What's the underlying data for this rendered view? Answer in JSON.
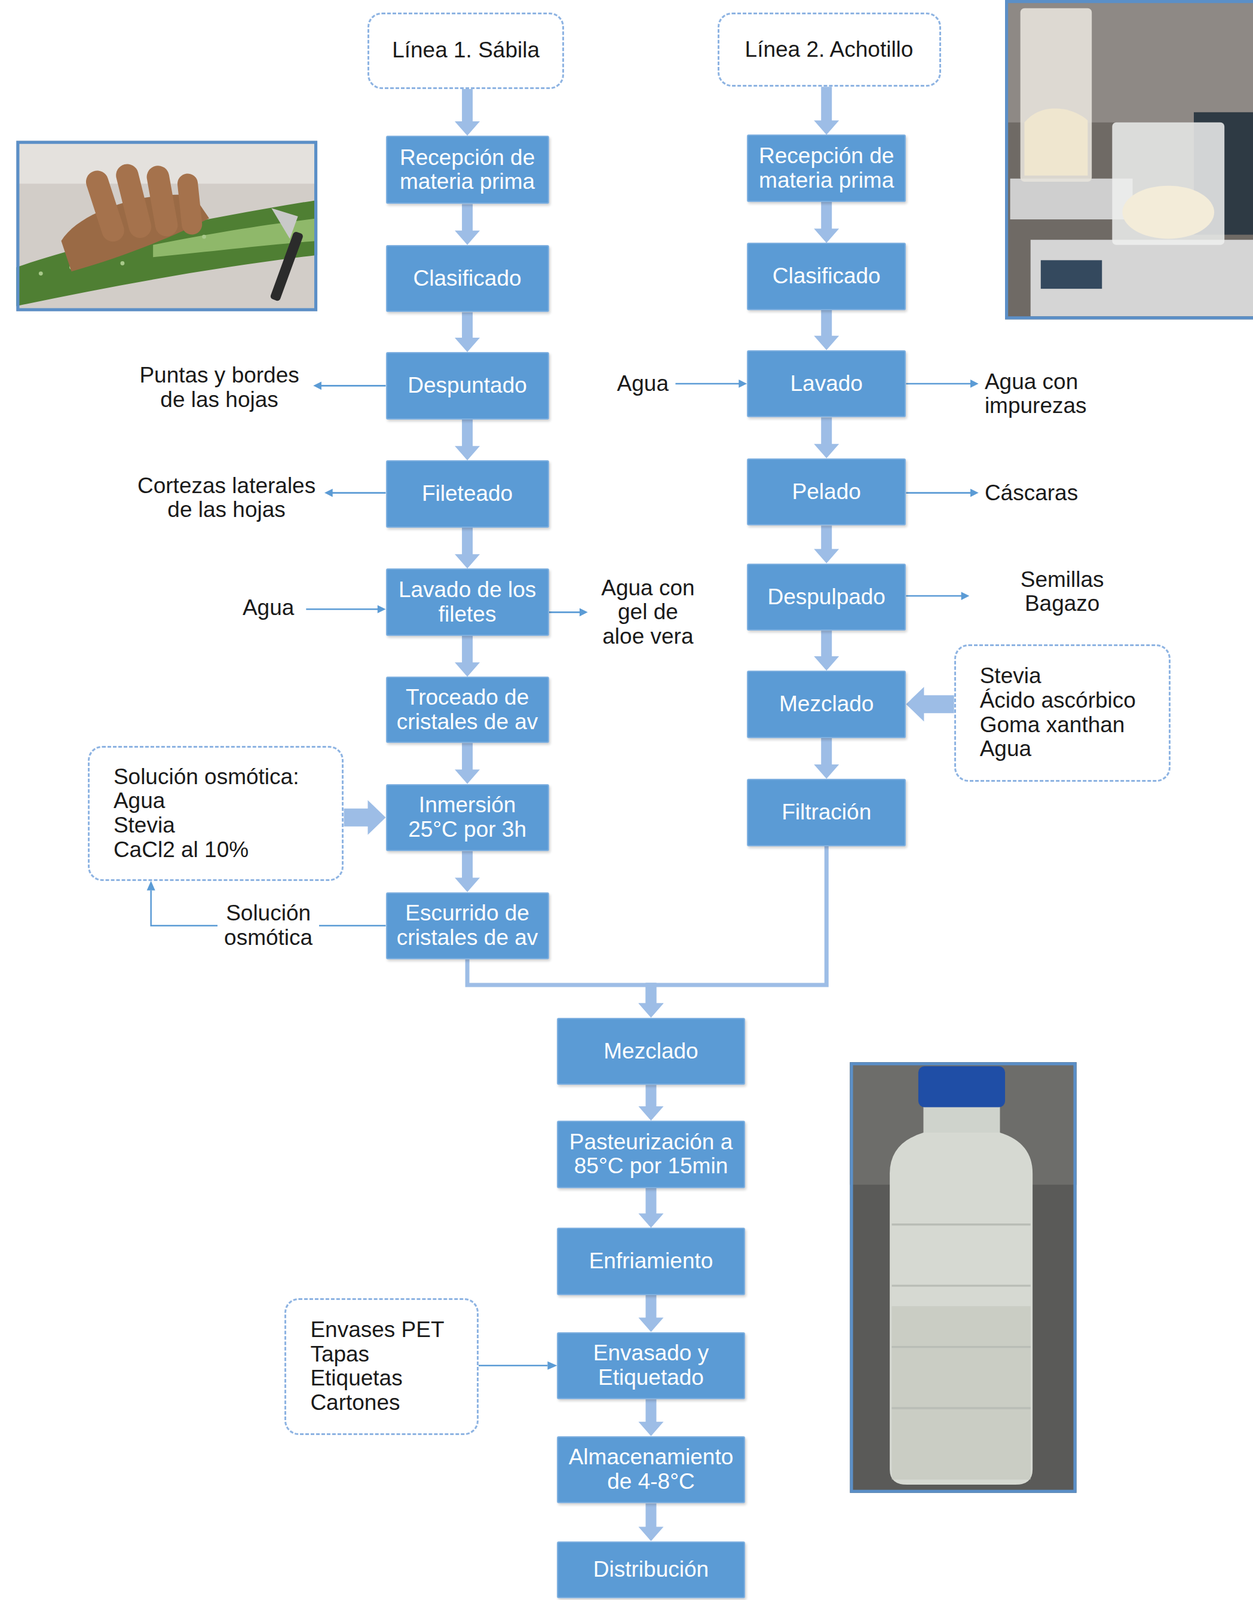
{
  "diagram": {
    "nodes": [
      {
        "text": [
          "Línea 1. Sábila"
        ]
      },
      {
        "text": [
          "Recepción de materia prima"
        ]
      },
      {
        "text": [
          "Clasificado"
        ]
      },
      {
        "text": [
          "Despuntado"
        ]
      },
      {
        "text": [
          "Fileteado"
        ]
      },
      {
        "text": [
          "Lavado de los filetes"
        ]
      },
      {
        "text": [
          "Troceado de cristales de av"
        ]
      },
      {
        "text": [
          "Solución osmótica:",
          "Agua",
          "Stevia",
          "CaCl2 al 10%"
        ]
      },
      {
        "text": [
          "Inmersión 25°C por 3h"
        ]
      },
      {
        "text": [
          "Escurrido de cristales de av"
        ]
      },
      {
        "text": [
          "Línea 2. Achotillo"
        ]
      },
      {
        "text": [
          "Recepción de materia prima"
        ]
      },
      {
        "text": [
          "Clasificado"
        ]
      },
      {
        "text": [
          "Lavado"
        ]
      },
      {
        "text": [
          "Pelado"
        ]
      },
      {
        "text": [
          "Despulpado"
        ]
      },
      {
        "text": [
          "Stevia",
          "Ácido ascórbico",
          "Goma xanthan",
          "Agua"
        ]
      },
      {
        "text": [
          "Mezclado"
        ]
      },
      {
        "text": [
          "Filtración"
        ]
      },
      {
        "text": [
          "Mezclado"
        ]
      },
      {
        "text": [
          "Pasteurización a 85°C por 15min"
        ]
      },
      {
        "text": [
          "Enfriamiento"
        ]
      },
      {
        "text": [
          "Envases PET",
          "Tapas",
          "Etiquetas",
          "Cartones"
        ]
      },
      {
        "text": [
          "Envasado y Etiquetado"
        ]
      },
      {
        "text": [
          "Almacenamiento de 4-8°C"
        ]
      },
      {
        "text": [
          "Distribución"
        ]
      }
    ],
    "edges": [
      {
        "from": 0,
        "to": 1,
        "arrow": "to"
      },
      {
        "from": 1,
        "to": 2,
        "arrow": "to"
      },
      {
        "from": 2,
        "to": 3,
        "arrow": "to"
      },
      {
        "from": 3,
        "to": 4,
        "arrow": "to"
      },
      {
        "from": 4,
        "to": 5,
        "arrow": "to"
      },
      {
        "from": 5,
        "to": 6,
        "arrow": "to"
      },
      {
        "from": 6,
        "to": 8,
        "arrow": "to"
      },
      {
        "from": 7,
        "to": 8,
        "arrow": "to"
      },
      {
        "from": 8,
        "to": 9,
        "arrow": "to"
      },
      {
        "from": 9,
        "to": 7,
        "label": "Solución osmótica",
        "arrow": "to"
      },
      {
        "from": 9,
        "to": 19,
        "arrow": "to"
      },
      {
        "from": 10,
        "to": 11,
        "arrow": "to"
      },
      {
        "from": 11,
        "to": 12,
        "arrow": "to"
      },
      {
        "from": 12,
        "to": 13,
        "arrow": "to"
      },
      {
        "from": 13,
        "to": 14,
        "arrow": "to"
      },
      {
        "from": 14,
        "to": 15,
        "arrow": "to"
      },
      {
        "from": 15,
        "to": 17,
        "arrow": "to"
      },
      {
        "from": 16,
        "to": 17,
        "arrow": "to"
      },
      {
        "from": 17,
        "to": 18,
        "arrow": "to"
      },
      {
        "from": 18,
        "to": 19,
        "arrow": "to"
      },
      {
        "from": 19,
        "to": 20,
        "arrow": "to"
      },
      {
        "from": 20,
        "to": 21,
        "arrow": "to"
      },
      {
        "from": 21,
        "to": 23,
        "arrow": "to"
      },
      {
        "from": 22,
        "to": 23,
        "arrow": "to"
      },
      {
        "from": 23,
        "to": 24,
        "arrow": "to"
      },
      {
        "from": 24,
        "to": 25,
        "arrow": "to"
      }
    ],
    "labels": [
      "Puntas y bordes de las hojas",
      "Cortezas laterales de las hojas",
      "Agua",
      "Agua con gel de aloe vera",
      "Agua",
      "Agua con impurezas",
      "Cáscaras",
      "Semillas Bagazo"
    ]
  }
}
